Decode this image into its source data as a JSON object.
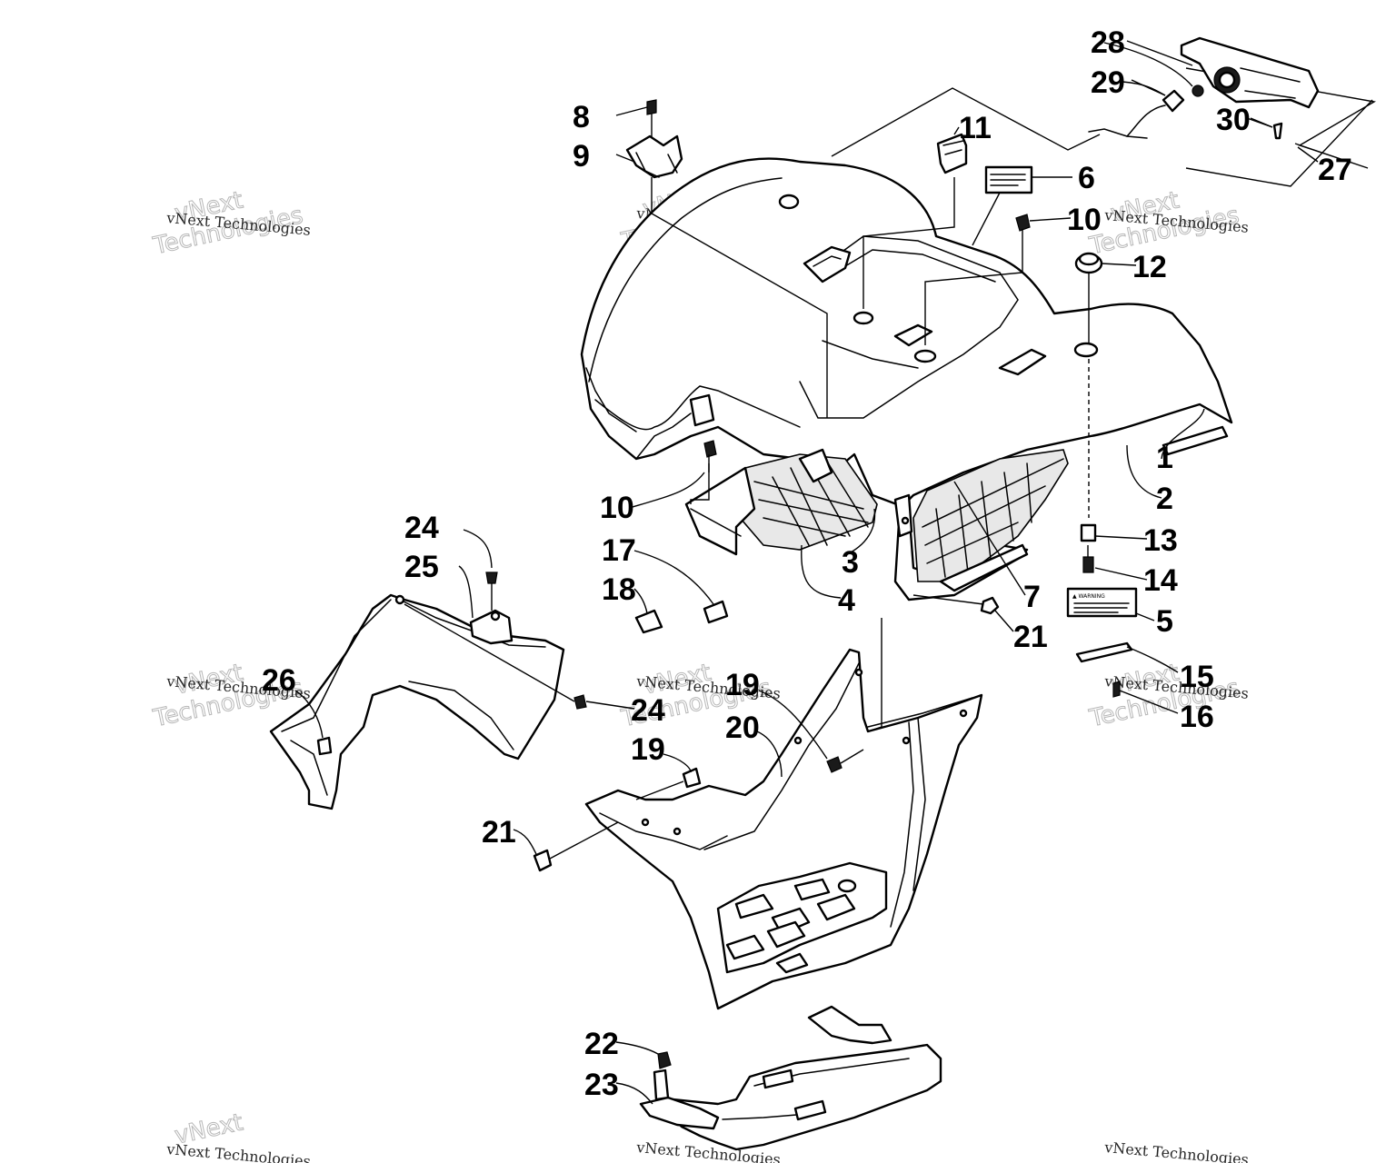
{
  "watermark": {
    "line1": "vNext",
    "line2": "Technologies",
    "caption": "vNext Technologies"
  },
  "callouts": [
    "1",
    "2",
    "3",
    "4",
    "5",
    "6",
    "7",
    "8",
    "9",
    "10",
    "10",
    "11",
    "12",
    "13",
    "14",
    "15",
    "16",
    "17",
    "18",
    "19",
    "19",
    "20",
    "21",
    "21",
    "22",
    "23",
    "24",
    "24",
    "25",
    "26",
    "27",
    "28",
    "29",
    "30"
  ],
  "warning_label": {
    "title": "▲ WARNING"
  }
}
